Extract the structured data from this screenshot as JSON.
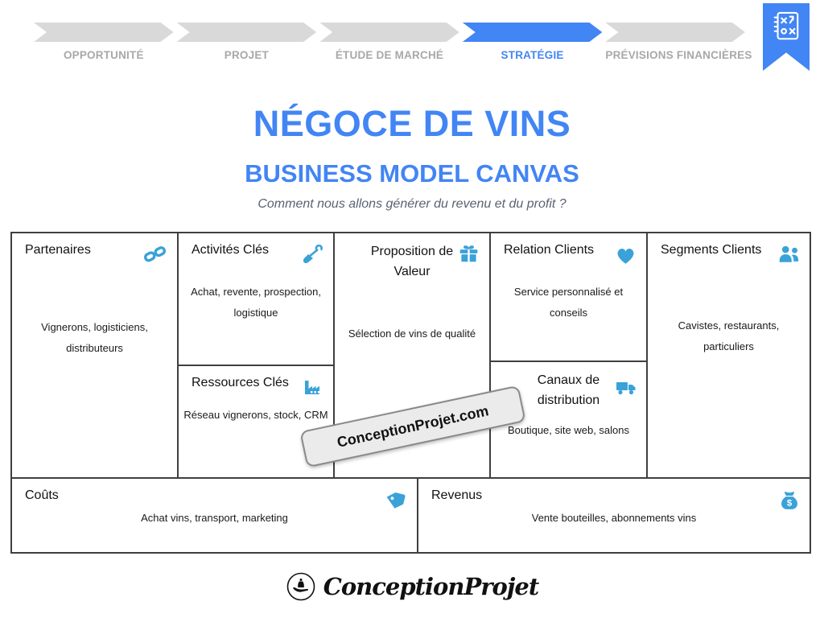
{
  "process_bar": {
    "steps": [
      {
        "label": "OPPORTUNITÉ",
        "active": false
      },
      {
        "label": "PROJET",
        "active": false
      },
      {
        "label": "ÉTUDE DE MARCHÉ",
        "active": false
      },
      {
        "label": "STRATÉGIE",
        "active": true
      },
      {
        "label": "PRÉVISIONS FINANCIÈRES",
        "active": false
      }
    ],
    "ribbon_icon": "strategy-tactics-icon"
  },
  "header": {
    "title": "NÉGOCE DE VINS",
    "subtitle": "BUSINESS MODEL CANVAS",
    "tagline": "Comment nous allons générer du revenu et du profit ?"
  },
  "canvas": {
    "partners": {
      "title": "Partenaires",
      "icon": "chain-link-icon",
      "content": "Vignerons, logisticiens, distributeurs"
    },
    "key_activities": {
      "title": "Activités Clés",
      "icon": "shovel-icon",
      "content": "Achat, revente, prospection, logistique"
    },
    "key_resources": {
      "title": "Ressources Clés",
      "icon": "factory-icon",
      "content": "Réseau vignerons, stock, CRM"
    },
    "value_proposition": {
      "title": "Proposition de Valeur",
      "icon": "gift-icon",
      "content": "Sélection de vins de qualité"
    },
    "customer_relations": {
      "title": "Relation Clients",
      "icon": "heart-icon",
      "content": "Service personnalisé et conseils"
    },
    "channels": {
      "title": "Canaux de distribution",
      "icon": "truck-icon",
      "content": "Boutique, site web, salons"
    },
    "customer_segments": {
      "title": "Segments Clients",
      "icon": "people-icon",
      "content": "Cavistes, restaurants, particuliers"
    },
    "costs": {
      "title": "Coûts",
      "icon": "price-tag-icon",
      "content": "Achat vins, transport, marketing"
    },
    "revenues": {
      "title": "Revenus",
      "icon": "money-bag-icon",
      "content": "Vente bouteilles, abonnements vins"
    }
  },
  "watermark": {
    "text": "ConceptionProjet.com"
  },
  "footer": {
    "logo_text": "ConceptionProjet",
    "logo_icon": "hand-holding-bottle-icon"
  },
  "colors": {
    "accent_blue": "#4285F4",
    "icon_blue": "#3AA2D8",
    "step_gray": "#D9D9D9",
    "step_label_gray": "#A8A8A8",
    "border_dark": "#3F3F3F",
    "tagline_gray": "#5A6372"
  }
}
